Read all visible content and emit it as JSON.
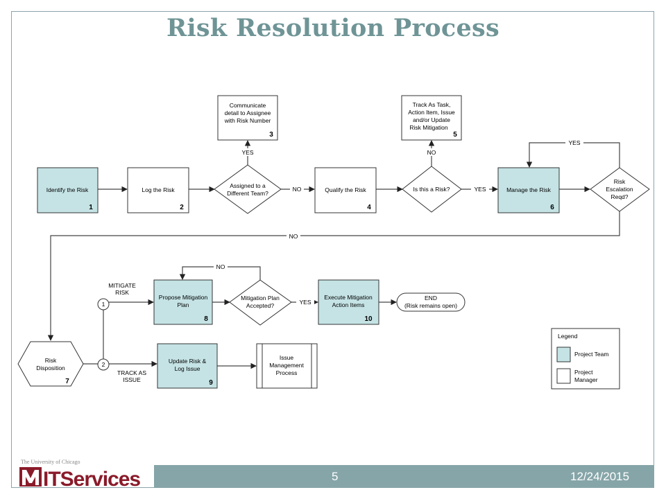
{
  "title": "Risk Resolution Process",
  "footer": {
    "page_number": "5",
    "date": "12/24/2015"
  },
  "logo": {
    "university": "The University of Chicago",
    "name": "ITServices"
  },
  "colors": {
    "project_team": "#c5e3e5",
    "project_manager": "#ffffff",
    "title": "#6f9496",
    "footer_bar": "#86a5a8",
    "logo_red": "#8a1b2a"
  },
  "nodes": {
    "identify": {
      "text": [
        "Identify the Risk"
      ],
      "num": "1",
      "owner": "project_team"
    },
    "log": {
      "text": [
        "Log the Risk"
      ],
      "num": "2",
      "owner": "project_manager"
    },
    "communicate": {
      "text": [
        "Communicate",
        "detail to Assignee",
        "with Risk Number"
      ],
      "num": "3",
      "owner": "project_manager"
    },
    "assigned": {
      "text": [
        "Assigned to a",
        "Different Team?"
      ]
    },
    "qualify": {
      "text": [
        "Qualify the Risk"
      ],
      "num": "4",
      "owner": "project_manager"
    },
    "track": {
      "text": [
        "Track As Task,",
        "Action Item, Issue",
        "and/or Update",
        "Risk Mitigation"
      ],
      "num": "5",
      "owner": "project_manager"
    },
    "is_risk": {
      "text": [
        "Is this a Risk?"
      ]
    },
    "manage": {
      "text": [
        "Manage the Risk"
      ],
      "num": "6",
      "owner": "project_team"
    },
    "escalation": {
      "text": [
        "Risk",
        "Escalation",
        "Reqd?"
      ]
    },
    "disposition": {
      "text": [
        "Risk",
        "Disposition"
      ],
      "num": "7"
    },
    "propose": {
      "text": [
        "Propose Mitigation",
        "Plan"
      ],
      "num": "8",
      "owner": "project_team"
    },
    "accepted": {
      "text": [
        "Mitigation Plan",
        "Accepted?"
      ]
    },
    "execute": {
      "text": [
        "Execute Mitigation",
        "Action Items"
      ],
      "num": "10",
      "owner": "project_team"
    },
    "end": {
      "text": [
        "END",
        "(Risk remains open)"
      ]
    },
    "update": {
      "text": [
        "Update Risk &",
        "Log Issue"
      ],
      "num": "9",
      "owner": "project_team"
    },
    "issue_mgmt": {
      "text": [
        "Issue",
        "Management",
        "Process"
      ]
    },
    "connector1": {
      "text": [
        "1"
      ]
    },
    "connector2": {
      "text": [
        "2"
      ]
    }
  },
  "edge_labels": {
    "yes_assigned": "YES",
    "no_assigned": "NO",
    "no_is_risk": "NO",
    "yes_is_risk": "YES",
    "yes_escalation": "YES",
    "no_escalation": "NO",
    "mitigate": [
      "MITIGATE",
      "RISK"
    ],
    "track_issue": [
      "TRACK AS",
      "ISSUE"
    ],
    "no_accepted": "NO",
    "yes_accepted": "YES"
  },
  "legend": {
    "title": "Legend",
    "items": [
      {
        "label": [
          "Project Team"
        ],
        "color": "#c5e3e5"
      },
      {
        "label": [
          "Project",
          "Manager"
        ],
        "color": "#ffffff"
      }
    ]
  }
}
